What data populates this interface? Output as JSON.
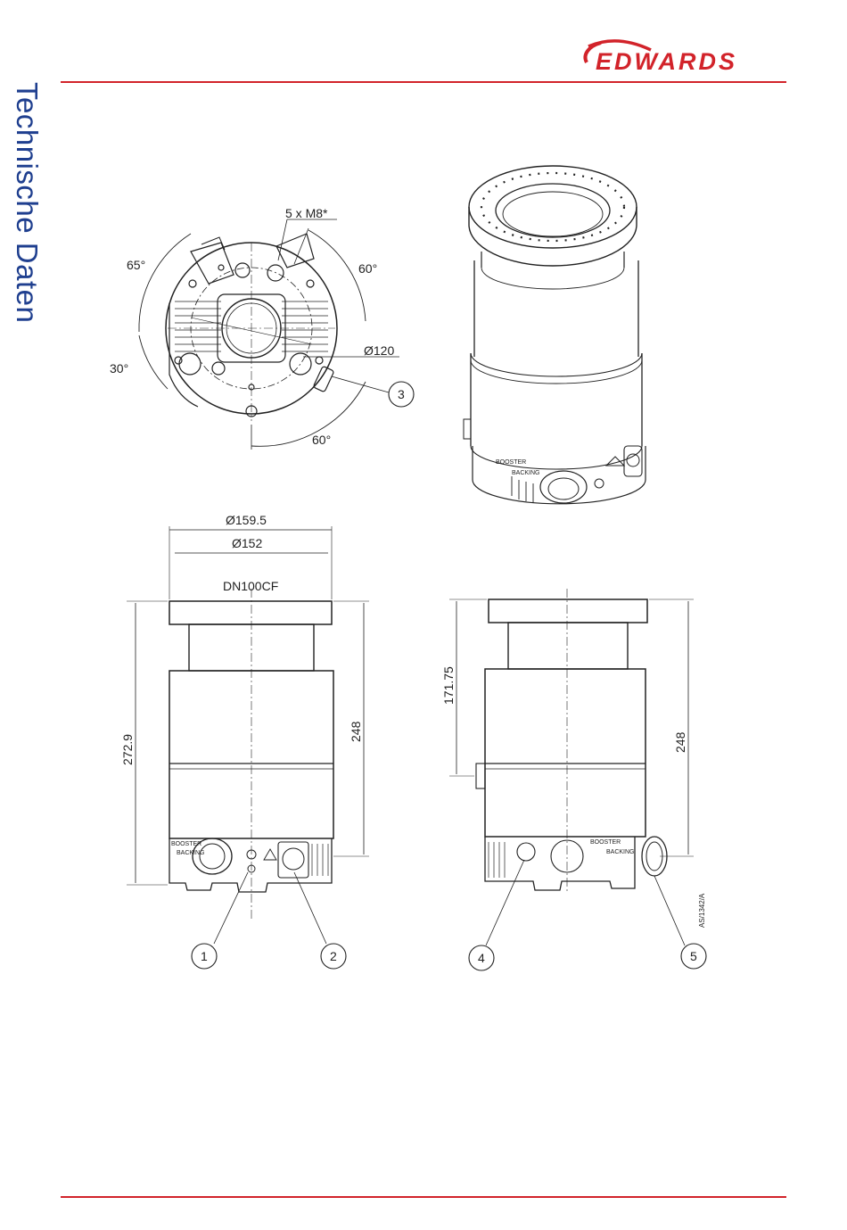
{
  "sidebar": {
    "title": "Technische Daten"
  },
  "brand": {
    "name": "EDWARDS",
    "color": "#d2232a"
  },
  "colors": {
    "accent": "#d2232a",
    "sidebar_text": "#1f3f8f",
    "drawing": "#222222"
  },
  "top_view": {
    "bolt_label": "5 x M8*",
    "angle_upper_left": "65°",
    "angle_upper_right": "60°",
    "angle_left": "30°",
    "angle_bottom": "60°",
    "diameter": "Ø120",
    "callout": "3"
  },
  "front_view": {
    "outer_diameter": "Ø159.5",
    "flange_diameter": "Ø152",
    "flange_label": "DN100CF",
    "total_height": "272.9",
    "body_height": "248",
    "booster_label": "BOOSTER",
    "backing_label": "BACKING",
    "callout_left": "1",
    "callout_right": "2"
  },
  "side_view": {
    "port_height": "171.75",
    "body_height": "248",
    "booster_label": "BOOSTER",
    "backing_label": "BACKING",
    "drawing_ref": "AS/1342/A",
    "callout_left": "4",
    "callout_right": "5"
  },
  "iso_view": {
    "booster_label": "BOOSTER",
    "backing_label": "BACKING"
  }
}
